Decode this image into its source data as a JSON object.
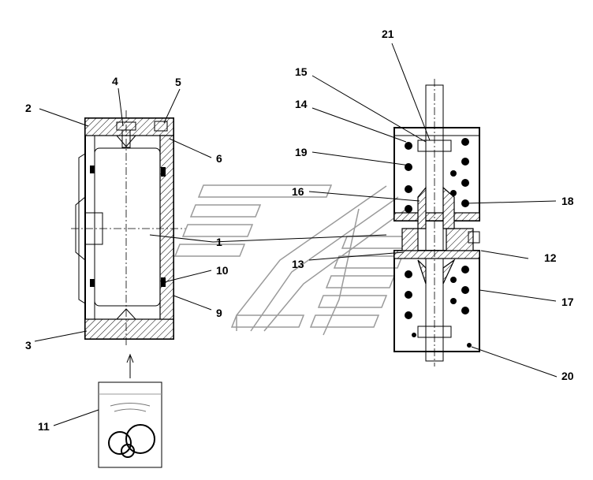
{
  "callouts": [
    {
      "id": "1",
      "label": "1"
    },
    {
      "id": "2",
      "label": "2"
    },
    {
      "id": "3",
      "label": "3"
    },
    {
      "id": "4",
      "label": "4"
    },
    {
      "id": "5",
      "label": "5"
    },
    {
      "id": "6",
      "label": "6"
    },
    {
      "id": "9",
      "label": "9"
    },
    {
      "id": "10",
      "label": "10"
    },
    {
      "id": "11",
      "label": "11"
    },
    {
      "id": "12",
      "label": "12"
    },
    {
      "id": "13",
      "label": "13"
    },
    {
      "id": "14",
      "label": "14"
    },
    {
      "id": "15",
      "label": "15"
    },
    {
      "id": "16",
      "label": "16"
    },
    {
      "id": "17",
      "label": "17"
    },
    {
      "id": "18",
      "label": "18"
    },
    {
      "id": "19",
      "label": "19"
    },
    {
      "id": "20",
      "label": "20"
    },
    {
      "id": "21",
      "label": "21"
    }
  ]
}
